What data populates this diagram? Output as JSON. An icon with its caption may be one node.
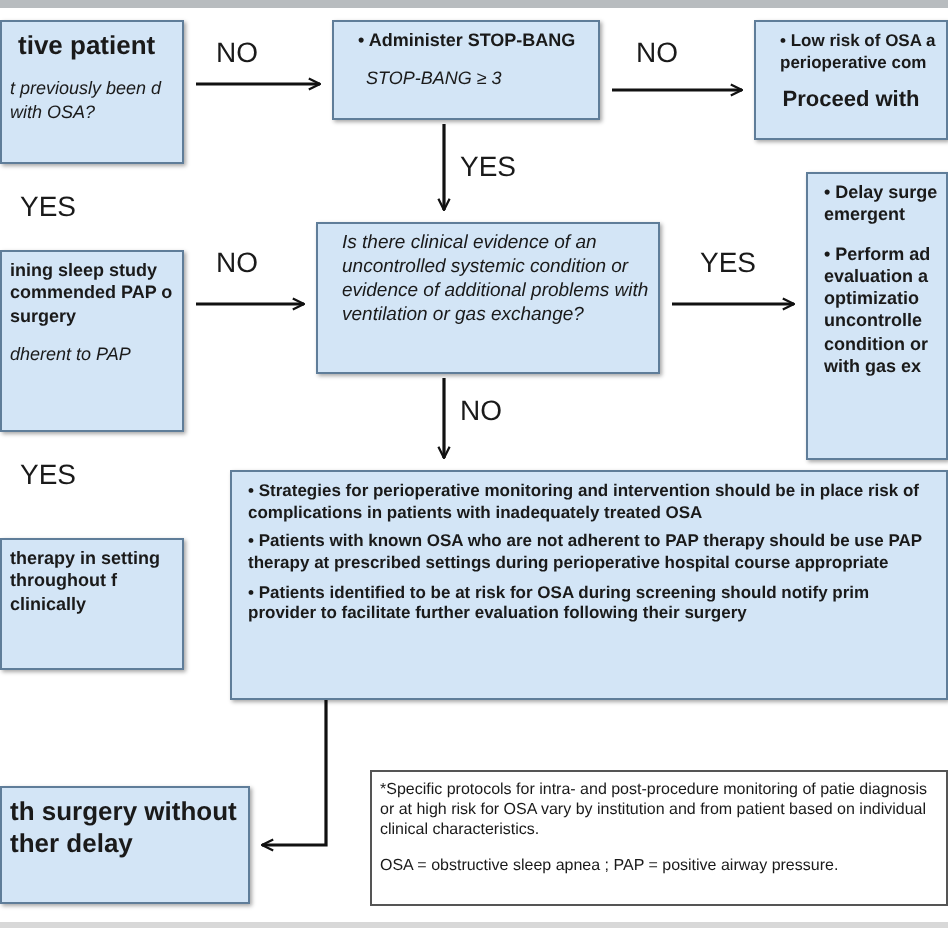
{
  "diagram": {
    "nodes": [
      {
        "text": [
          "tive patient",
          "t previously been d with OSA?"
        ]
      },
      {
        "text": [
          "• Administer STOP-BANG",
          "STOP-BANG ≥ 3"
        ]
      },
      {
        "text": [
          "• Low risk of OSA a perioperative com",
          "Proceed with"
        ]
      },
      {
        "text": [
          "• Delay surge emergent",
          "• Perform ad evaluation a optimizatio uncontrolle condition or with gas ex"
        ]
      },
      {
        "text": [
          "ining sleep study commended PAP o surgery",
          "dherent to PAP"
        ]
      },
      {
        "text": [
          "Is there clinical evidence of an uncontrolled systemic condition or evidence of additional problems with ventilation or gas exchange?"
        ]
      },
      {
        "text": [
          "therapy in setting throughout f clinically"
        ]
      },
      {
        "text": [
          "• Strategies for perioperative monitoring and intervention should be in place risk of complications in patients with inadequately treated OSA",
          "• Patients with known OSA who are not adherent to PAP therapy should be use PAP therapy at prescribed settings during perioperative hospital course appropriate",
          "• Patients identified to be at risk for OSA during screening should notify prim provider to facilitate further evaluation following their surgery"
        ]
      },
      {
        "text": [
          "th surgery without ther delay"
        ]
      },
      {
        "text": [
          "*Specific protocols for intra- and post-procedure monitoring of patie diagnosis or at high risk for OSA vary by institution and from patient based on individual clinical characteristics.",
          "OSA = obstructive sleep apnea ; PAP = positive airway pressure."
        ]
      }
    ],
    "edges": [
      {
        "from": 0,
        "to": 1,
        "arrow": "to",
        "label": "NO"
      },
      {
        "from": 1,
        "to": 2,
        "arrow": "to",
        "label": "NO"
      },
      {
        "from": 1,
        "to": 5,
        "arrow": "to",
        "label": "YES"
      },
      {
        "from": 4,
        "to": 5,
        "arrow": "to",
        "label": "NO"
      },
      {
        "from": 5,
        "to": 3,
        "arrow": "to",
        "label": "YES"
      },
      {
        "from": 5,
        "to": 7,
        "arrow": "to",
        "label": "NO"
      },
      {
        "from": 7,
        "to": 8,
        "arrow": "to"
      }
    ],
    "labels": [
      "YES",
      "YES"
    ]
  }
}
